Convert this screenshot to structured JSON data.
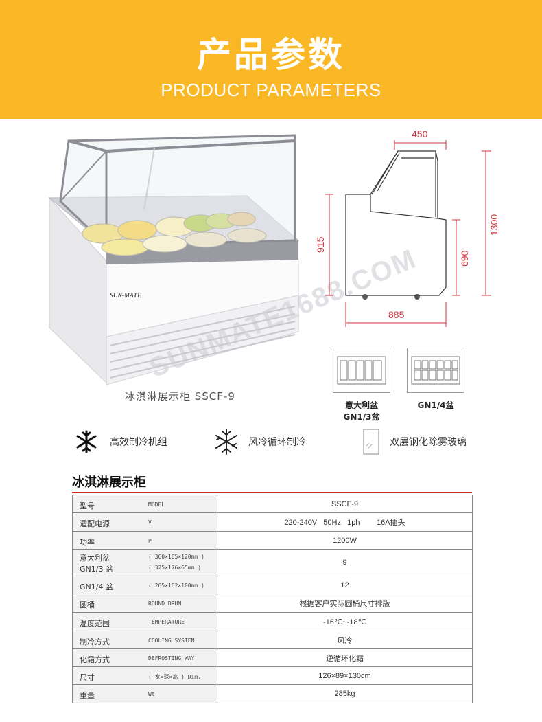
{
  "banner": {
    "title_zh": "产品参数",
    "title_en": "PRODUCT PARAMETERS"
  },
  "product": {
    "caption": "冰淇淋展示柜   SSCF-9",
    "brand_logo": "SUN-MATE",
    "watermark": "SUNMATE1688.COM"
  },
  "drawing": {
    "depth": "450",
    "height_total": "1300",
    "height_counter": "915",
    "height_body": "690",
    "width": "885"
  },
  "pans": [
    {
      "label_line1": "意大利盆",
      "label_line2": "GN1/3盆"
    },
    {
      "label_line1": "GN1/4盆",
      "label_line2": ""
    }
  ],
  "features": [
    {
      "icon": "snowflake-icon",
      "label": "高效制冷机组"
    },
    {
      "icon": "frost-snowflake-icon",
      "label": "风冷循环制冷"
    },
    {
      "icon": "glass-panel-icon",
      "label": "双层钢化除雾玻璃"
    }
  ],
  "spec_title": "冰淇淋展示柜",
  "spec_rows": [
    {
      "zh": "型号",
      "en": "MODEL",
      "value": "SSCF-9"
    },
    {
      "zh": "适配电源",
      "en": "V",
      "value": "220-240V   50Hz   1ph        16A插头"
    },
    {
      "zh": "功率",
      "en": "P",
      "value": "1200W"
    },
    {
      "zh": "意大利盆",
      "zh2": "GN1/3 盆",
      "en": "( 360×165×120mm )",
      "en2": "( 325×176×65mm )",
      "value": "9"
    },
    {
      "zh": "GN1/4 盆",
      "en": "( 265×162×100mm )",
      "value": "12"
    },
    {
      "zh": "圆桶",
      "en": "ROUND DRUM",
      "value": "根据客户实际圆桶尺寸排版"
    },
    {
      "zh": "温度范围",
      "en": "TEMPERATURE",
      "value": "-16℃~-18℃"
    },
    {
      "zh": "制冷方式",
      "en": "COOLING SYSTEM",
      "value": "风冷"
    },
    {
      "zh": "化霜方式",
      "en": "DEFROSTING WAY",
      "value": "逆循环化霜"
    },
    {
      "zh": "尺寸",
      "en": "( 宽×深×高 ) Dim.",
      "value": "126×89×130cm"
    },
    {
      "zh": "重量",
      "en": "Wt",
      "value": "285kg"
    }
  ],
  "colors": {
    "banner": "#fbb826",
    "rule": "#d62b2b",
    "dimension": "#d1343e"
  }
}
